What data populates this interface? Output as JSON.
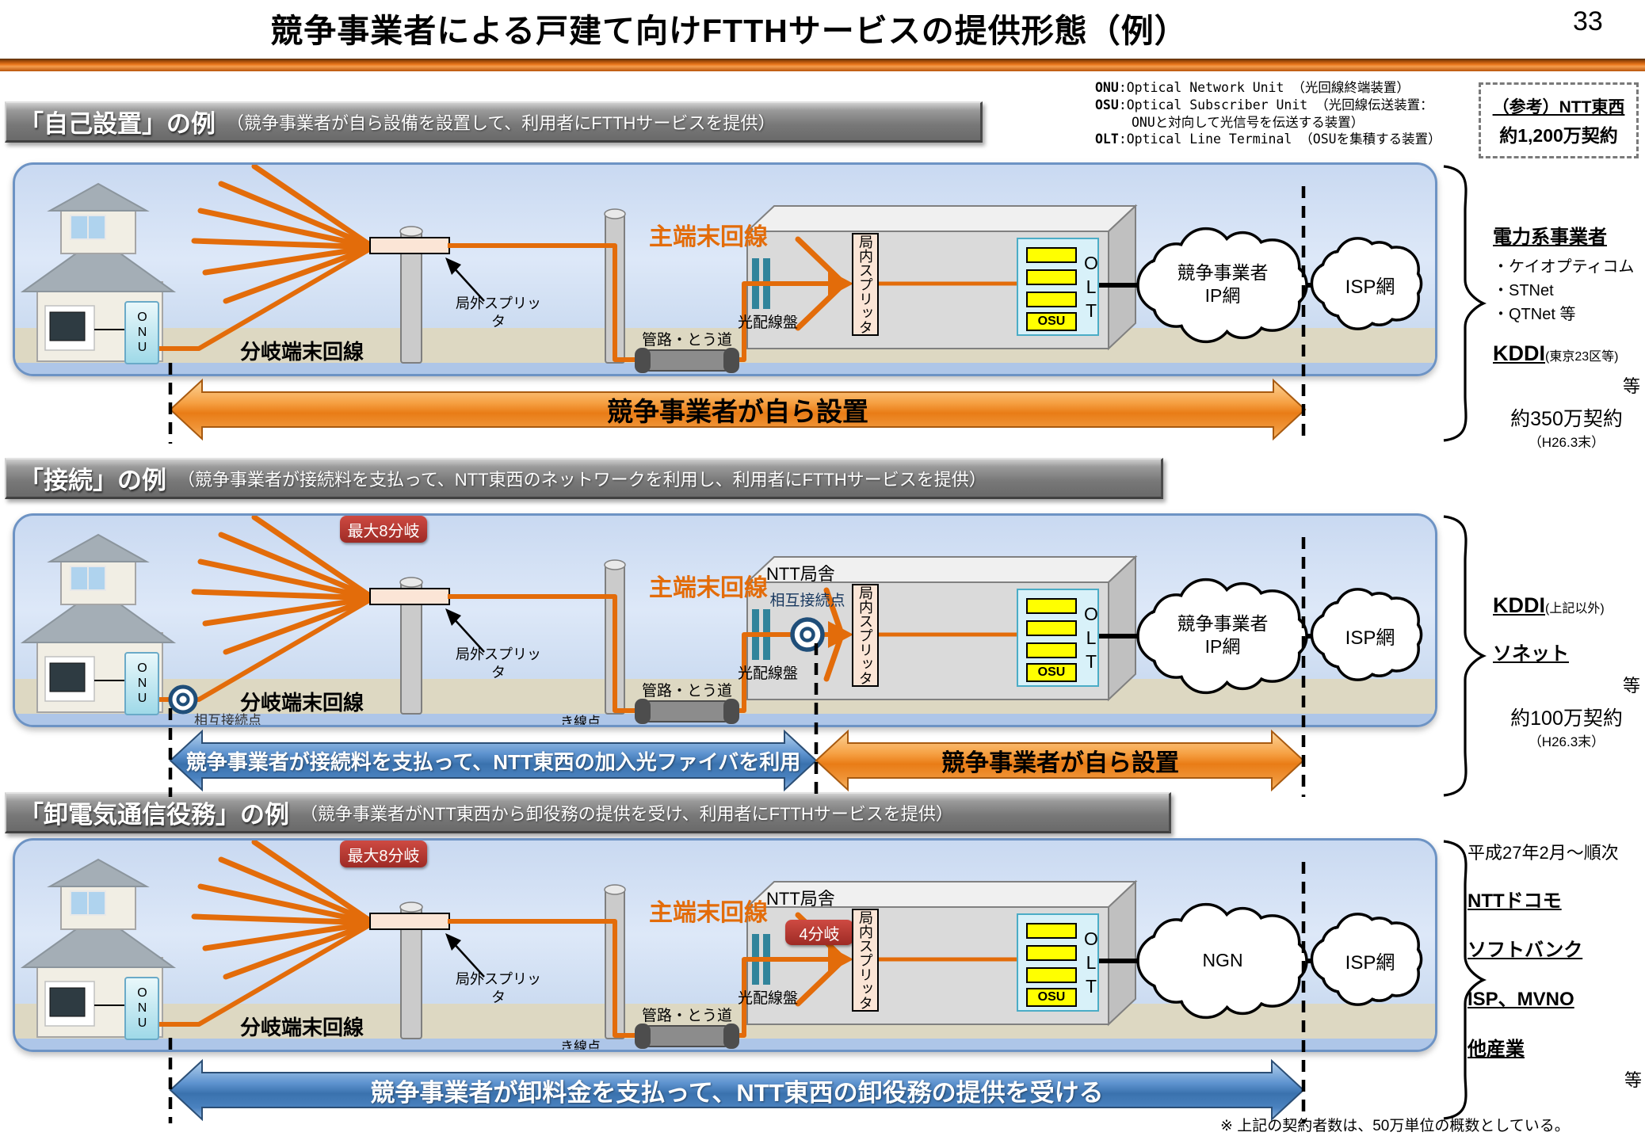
{
  "page": {
    "title": "競争事業者による戸建て向けFTTHサービスの提供形態（例）",
    "page_number": "33",
    "footnote": "※ 上記の契約者数は、50万単位の概数としている。"
  },
  "legend": {
    "items": [
      {
        "key": "ONU",
        "text": ":Optical Network Unit （光回線終端装置）"
      },
      {
        "key": "OSU",
        "text": ":Optical Subscriber Unit （光回線伝送装置："
      },
      {
        "key": "",
        "text": "ONUと対向して光信号を伝送する装置）"
      },
      {
        "key": "OLT",
        "text": ":Optical Line Terminal （OSUを集積する装置）"
      }
    ]
  },
  "reference_box": {
    "title": "（参考）NTT東西",
    "value": "約1,200万契約"
  },
  "colors": {
    "accent_orange": "#e36c0a",
    "arrow_blue": "#3a72ae",
    "badge_red": "#b0342c",
    "panel_border": "#6d93c4",
    "odf_teal": "#31849b",
    "interconnect_navy": "#1f4e79"
  },
  "sections": [
    {
      "header": {
        "title": "「自己設置」の例",
        "subtitle": "（競争事業者が自ら設備を設置して、利用者にFTTHサービスを提供）"
      },
      "panel": {
        "onu": "ONU",
        "branch_line": "分岐端末回線",
        "out_splitter": "局外スプリッタ",
        "main_line": "主端末回線",
        "duct": "管路・とう道",
        "odf": "光配線盤",
        "in_splitter": "局内スプリッタ",
        "olt": "OLT",
        "osu": "OSU",
        "cloud1_line1": "競争事業者",
        "cloud1_line2": "IP網",
        "cloud2": "ISP網"
      },
      "arrows": [
        {
          "label": "競争事業者が自ら設置",
          "style": "orange"
        }
      ],
      "side": {
        "group_title": "電力系事業者",
        "group_items": [
          "・ケイオプティコム",
          "・STNet",
          "・QTNet 等"
        ],
        "kddi": "KDDI",
        "kddi_note": "(東京23区等)",
        "etc": "等",
        "total": "約350万契約",
        "total_note": "（H26.3末）"
      }
    },
    {
      "header": {
        "title": "「接続」の例",
        "subtitle": "（競争事業者が接続料を支払って、NTT東西のネットワークを利用し、利用者にFTTHサービスを提供）"
      },
      "panel": {
        "onu": "ONU",
        "branch_line": "分岐端末回線",
        "out_splitter": "局外スプリッタ",
        "main_line": "主端末回線",
        "duct": "管路・とう道",
        "odf": "光配線盤",
        "in_splitter": "局内スプリッタ",
        "olt": "OLT",
        "osu": "OSU",
        "cloud1_line1": "競争事業者",
        "cloud1_line2": "IP網",
        "cloud2": "ISP網",
        "badge": "最大8分岐",
        "interconnect_house": "相互接続点",
        "interconnect_office": "相互接続点",
        "ntt_building": "NTT局舎",
        "kisen": "き線点"
      },
      "arrows": [
        {
          "label": "競争事業者が接続料を支払って、NTT東西の加入光ファイバを利用",
          "style": "blue"
        },
        {
          "label": "競争事業者が自ら設置",
          "style": "orange"
        }
      ],
      "side": {
        "kddi": "KDDI",
        "kddi_note": "(上記以外)",
        "sonet": "ソネット",
        "etc": "等",
        "total": "約100万契約",
        "total_note": "（H26.3末）"
      }
    },
    {
      "header": {
        "title": "「卸電気通信役務」の例",
        "subtitle": "（競争事業者がNTT東西から卸役務の提供を受け、利用者にFTTHサービスを提供）"
      },
      "panel": {
        "onu": "ONU",
        "branch_line": "分岐端末回線",
        "out_splitter": "局外スプリッタ",
        "main_line": "主端末回線",
        "duct": "管路・とう道",
        "odf": "光配線盤",
        "in_splitter": "局内スプリッタ",
        "olt": "OLT",
        "osu": "OSU",
        "cloud1_line1": "NGN",
        "cloud1_line2": "",
        "cloud2": "ISP網",
        "badge": "最大8分岐",
        "badge_split4": "4分岐",
        "ntt_building": "NTT局舎",
        "kisen": "き線点"
      },
      "arrows": [
        {
          "label": "競争事業者が卸料金を支払って、NTT東西の卸役務の提供を受ける",
          "style": "blue"
        }
      ],
      "side": {
        "schedule": "平成27年2月～順次",
        "items": [
          "NTTドコモ",
          "ソフトバンク",
          "ISP、MVNO",
          "他産業"
        ],
        "etc": "等"
      }
    }
  ]
}
